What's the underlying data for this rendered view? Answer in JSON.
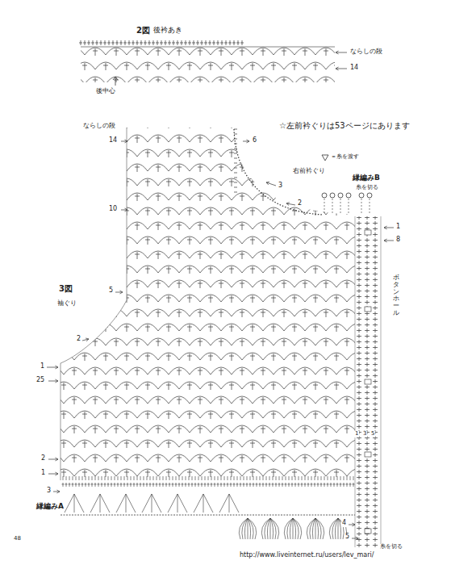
{
  "diagram": {
    "title": "2図",
    "labels": [
      "後衿あき",
      "ならしの段",
      "14",
      "後中心",
      "ならしの段",
      "14",
      "6",
      "☆左前衿ぐりは53ページにあります",
      "＝糸を渡す",
      "右前衿ぐり",
      "3",
      "2",
      "縁編みB",
      "糸を切る",
      "1",
      "8",
      "ボタンホール",
      "10",
      "3図",
      "袖ぐり",
      "5",
      "2",
      "1",
      "25",
      "1",
      "3",
      "5",
      "2",
      "1",
      "3",
      "縁編みA",
      "4",
      "5",
      "糸を切る",
      "48",
      "http://www.liveinternet.ru/users/lev_mari/"
    ]
  }
}
